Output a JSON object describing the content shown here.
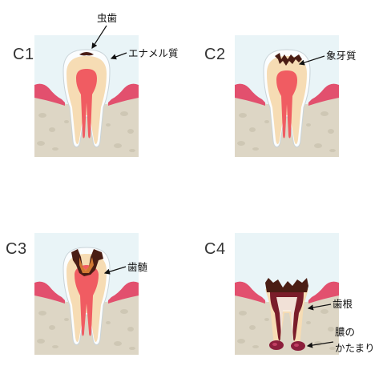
{
  "stages": [
    {
      "label": "C1",
      "annotations": [
        {
          "key": "cavity",
          "text": "虫歯"
        },
        {
          "key": "enamel",
          "text": "エナメル質"
        }
      ]
    },
    {
      "label": "C2",
      "annotations": [
        {
          "key": "dentin",
          "text": "象牙質"
        }
      ]
    },
    {
      "label": "C3",
      "annotations": [
        {
          "key": "pulp",
          "text": "歯髄"
        }
      ]
    },
    {
      "label": "C4",
      "annotations": [
        {
          "key": "root",
          "text": "歯根"
        },
        {
          "key": "abscess-1",
          "text": "膿の"
        },
        {
          "key": "abscess-2",
          "text": "かたまり"
        }
      ]
    }
  ],
  "colors": {
    "sky": "#e9f4f7",
    "bone": "#ddd6c5",
    "gum": "#e2506e",
    "enamel": "#fbfdfe",
    "dentin": "#f6dcb4",
    "pulp": "#f05c62",
    "decay": "#4a1d14",
    "abscess": "#8c1f3c"
  }
}
